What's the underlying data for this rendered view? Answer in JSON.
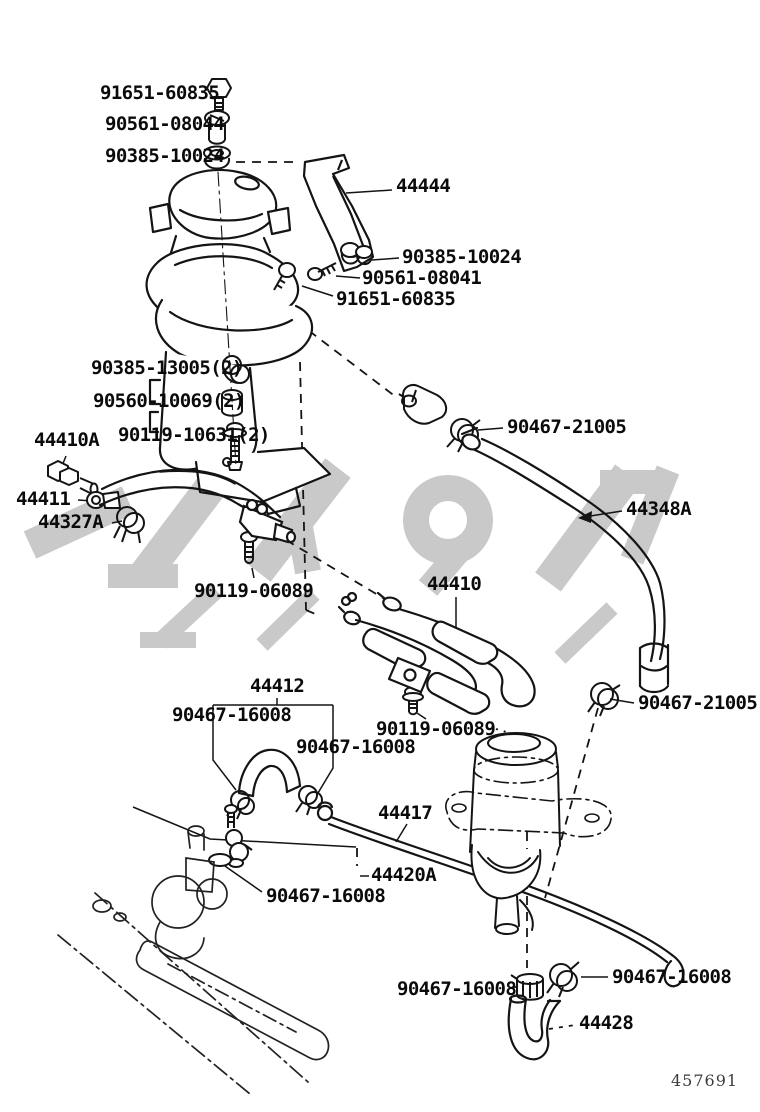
{
  "diagram": {
    "drawing_number": "457691",
    "line_color": "#111111",
    "watermark_color": "#c9c9c9",
    "background_color": "#ffffff",
    "description": "Power steering tube and reservoir exploded parts diagram"
  },
  "callouts": [
    {
      "id": "91651-60835-top",
      "text": "91651-60835"
    },
    {
      "id": "90561-08044",
      "text": "90561-08044"
    },
    {
      "id": "90385-10024-top",
      "text": "90385-10024"
    },
    {
      "id": "44444",
      "text": "44444"
    },
    {
      "id": "90385-10024-mid",
      "text": "90385-10024"
    },
    {
      "id": "90561-08041",
      "text": "90561-08041"
    },
    {
      "id": "91651-60835-mid",
      "text": "91651-60835"
    },
    {
      "id": "90385-13005",
      "text": "90385-13005(2)"
    },
    {
      "id": "90560-10069",
      "text": "90560-10069(2)"
    },
    {
      "id": "90119-10631",
      "text": "90119-10631(2)"
    },
    {
      "id": "44410A",
      "text": "44410A"
    },
    {
      "id": "90467-21005-up",
      "text": "90467-21005"
    },
    {
      "id": "44411",
      "text": "44411"
    },
    {
      "id": "44327A",
      "text": "44327A"
    },
    {
      "id": "44348A",
      "text": "44348A"
    },
    {
      "id": "90119-06089-l",
      "text": "90119-06089"
    },
    {
      "id": "44410",
      "text": "44410"
    },
    {
      "id": "44412",
      "text": "44412"
    },
    {
      "id": "90467-16008-1",
      "text": "90467-16008"
    },
    {
      "id": "90467-16008-2",
      "text": "90467-16008"
    },
    {
      "id": "90119-06089-r",
      "text": "90119-06089"
    },
    {
      "id": "90467-21005-lo",
      "text": "90467-21005"
    },
    {
      "id": "44417",
      "text": "44417"
    },
    {
      "id": "44420A",
      "text": "44420A"
    },
    {
      "id": "90467-16008-3",
      "text": "90467-16008"
    },
    {
      "id": "90467-16008-4",
      "text": "90467-16008"
    },
    {
      "id": "90467-16008-5",
      "text": "90467-16008"
    },
    {
      "id": "44428",
      "text": "44428"
    }
  ]
}
